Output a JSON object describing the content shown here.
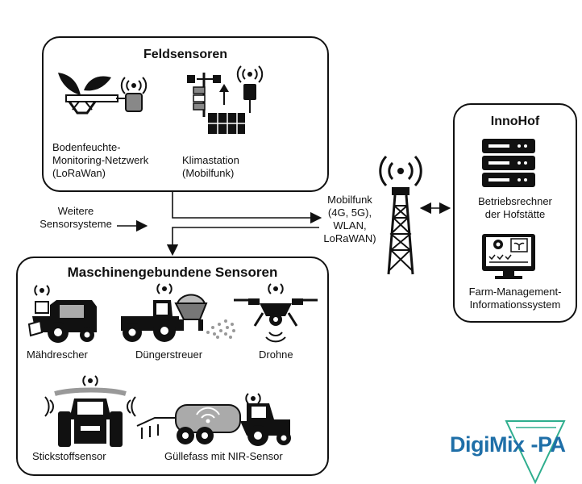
{
  "field_sensors": {
    "title": "Feldsensoren",
    "soil_network": {
      "line1": "Bodenfeuchte-",
      "line2": "Monitoring-Netzwerk",
      "line3": "(LoRaWan)",
      "icon": "plant-sensor-icon"
    },
    "weather_station": {
      "line1": "Klimastation",
      "line2": "(Mobilfunk)",
      "icon": "weather-station-icon"
    }
  },
  "other_sensors": {
    "line1": "Weitere",
    "line2": "Sensorsysteme"
  },
  "transmission": {
    "line1": "Mobilfunk",
    "line2": "(4G, 5G),",
    "line3": "WLAN,",
    "line4": "LoRaWAN)",
    "icon": "radio-tower-icon"
  },
  "innohof": {
    "title": "InnoHof",
    "server": {
      "line1": "Betriebsrechner",
      "line2": "der Hofstätte",
      "icon": "server-rack-icon"
    },
    "fmis": {
      "line1": "Farm-Management-",
      "line2": "Informationssystem",
      "icon": "monitor-dashboard-icon"
    }
  },
  "machine_sensors": {
    "title": "Maschinengebundene Sensoren",
    "items": [
      {
        "label": "Mähdrescher",
        "icon": "combine-harvester-icon"
      },
      {
        "label": "Düngerstreuer",
        "icon": "fertilizer-spreader-icon"
      },
      {
        "label": "Drohne",
        "icon": "drone-icon"
      },
      {
        "label": "Stickstoffsensor",
        "icon": "tractor-front-icon"
      },
      {
        "label": "Güllefass mit NIR-Sensor",
        "icon": "slurry-tanker-icon"
      }
    ]
  },
  "logo": {
    "text_a": "DigiMix",
    "text_b": "-PA",
    "accent": "#2fae8e",
    "brand": "#1f6fa8"
  }
}
